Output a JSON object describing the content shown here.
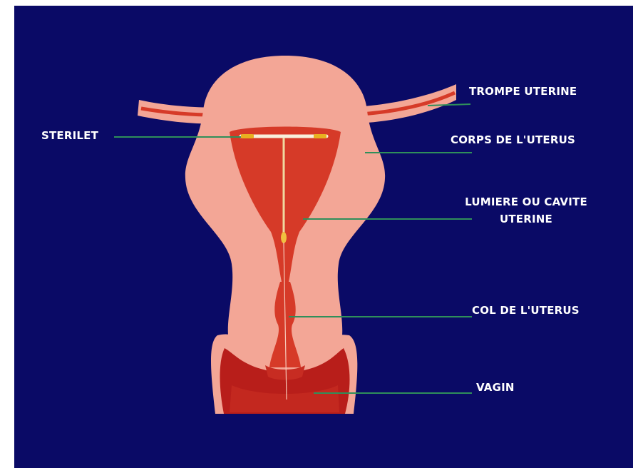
{
  "labels": {
    "sterilet": "STERILET",
    "trompe": "TROMPE UTERINE",
    "corps": "CORPS DE L'UTERUS",
    "cavite_line1": "LUMIERE OU CAVITE",
    "cavite_line2": "UTERINE",
    "col": "COL DE L'UTERUS",
    "vagin": "VAGIN"
  },
  "colors": {
    "background": "#0a0a66",
    "tissue": "#f3a696",
    "cavity": "#d63a28",
    "deep": "#b81e1a",
    "leader": "#2f8f5a",
    "label": "#ffffff"
  }
}
